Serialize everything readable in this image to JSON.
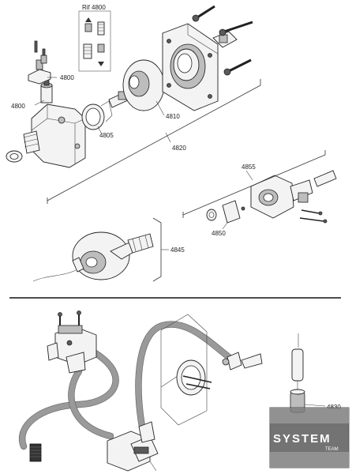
{
  "callouts": {
    "rif_4800": "Rif 4800",
    "p4800_a": "4800",
    "p4800_b": "4800",
    "p4805": "4805",
    "p4810": "4810",
    "p4820": "4820",
    "p4855": "4855",
    "p4850": "4850",
    "p4845": "4845",
    "p4830": "4830"
  },
  "logo": {
    "text": "SYSTEM",
    "sub": "TEAM"
  }
}
